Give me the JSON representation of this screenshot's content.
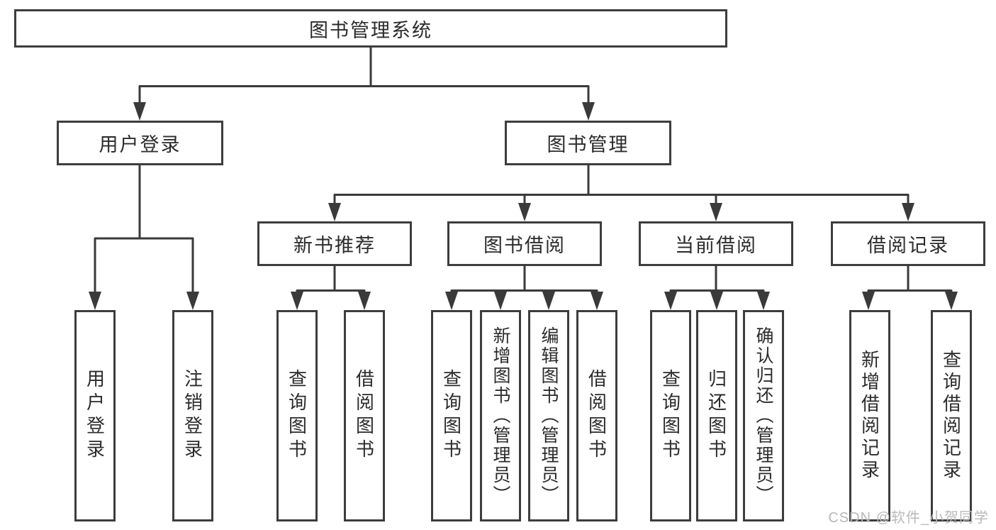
{
  "diagram": {
    "type": "hierarchy-tree",
    "title": "图书管理系统",
    "nodes": {
      "root": "图书管理系统",
      "user_login": "用户登录",
      "book_mgmt": "图书管理",
      "new_book_rec": "新书推荐",
      "book_borrow": "图书借阅",
      "current_borrow": "当前借阅",
      "borrow_record": "借阅记录",
      "leaf_user_login": "用户登录",
      "leaf_logout": "注销登录",
      "leaf_query_book_rec": "查询图书",
      "leaf_borrow_book_rec": "借阅图书",
      "leaf_query_book_borrow": "查询图书",
      "leaf_add_book": "新增图书（管理员）",
      "leaf_edit_book": "编辑图书（管理员）",
      "leaf_borrow_book_borrow": "借阅图书",
      "leaf_query_book_current": "查询图书",
      "leaf_return_book": "归还图书",
      "leaf_confirm_return": "确认归还（管理员）",
      "leaf_add_record": "新增借阅记录",
      "leaf_query_record": "查询借阅记录"
    },
    "edges": [
      [
        "root",
        "user_login"
      ],
      [
        "root",
        "book_mgmt"
      ],
      [
        "user_login",
        "leaf_user_login"
      ],
      [
        "user_login",
        "leaf_logout"
      ],
      [
        "book_mgmt",
        "new_book_rec"
      ],
      [
        "book_mgmt",
        "book_borrow"
      ],
      [
        "book_mgmt",
        "current_borrow"
      ],
      [
        "book_mgmt",
        "borrow_record"
      ],
      [
        "new_book_rec",
        "leaf_query_book_rec"
      ],
      [
        "new_book_rec",
        "leaf_borrow_book_rec"
      ],
      [
        "book_borrow",
        "leaf_query_book_borrow"
      ],
      [
        "book_borrow",
        "leaf_add_book"
      ],
      [
        "book_borrow",
        "leaf_edit_book"
      ],
      [
        "book_borrow",
        "leaf_borrow_book_borrow"
      ],
      [
        "current_borrow",
        "leaf_query_book_current"
      ],
      [
        "current_borrow",
        "leaf_return_book"
      ],
      [
        "current_borrow",
        "leaf_confirm_return"
      ],
      [
        "borrow_record",
        "leaf_add_record"
      ],
      [
        "borrow_record",
        "leaf_query_record"
      ]
    ],
    "colors": {
      "background": "#ffffff",
      "box_border": "#3d3d3d",
      "line": "#3a3a3a",
      "text": "#2b2b2b",
      "watermark_text": "#b9b9b9"
    }
  },
  "watermark": "CSDN @软件_小贺同学"
}
